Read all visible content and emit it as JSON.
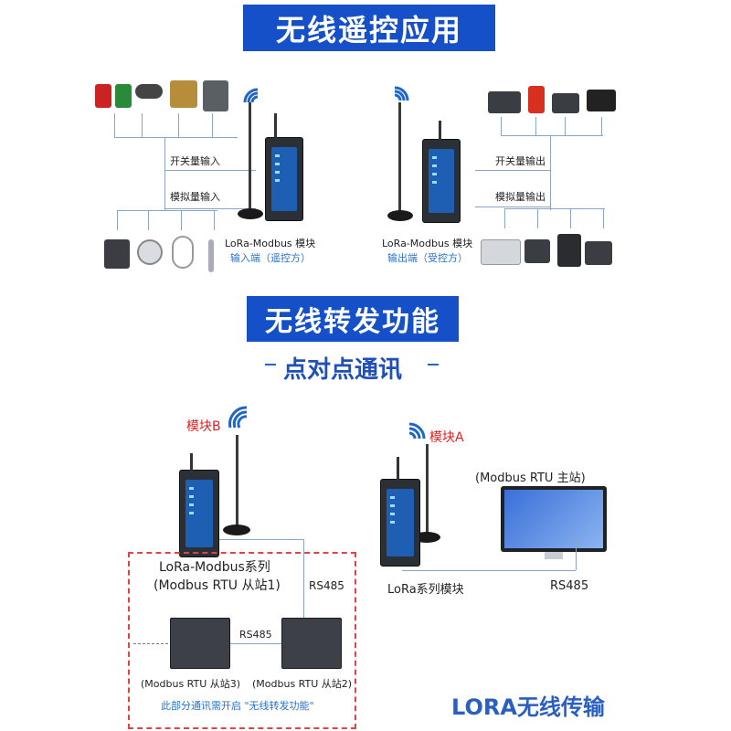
{
  "section1": {
    "banner": "无线遥控应用"
  },
  "remote": {
    "left_device_label": "LoRa-Modbus 模块",
    "left_device_role": "输入端（遥控方）",
    "right_device_label": "LoRa-Modbus 模块",
    "right_device_role": "输出端（受控方）",
    "switch_input": "开关量输入",
    "analog_input": "模拟量输入",
    "switch_output": "开关量输出",
    "analog_output": "模拟量输出"
  },
  "section2": {
    "banner": "无线转发功能",
    "subtitle": "点对点通讯"
  },
  "p2p": {
    "module_b": "模块B",
    "module_a": "模块A",
    "slave_series": "LoRa-Modbus系列",
    "slave_station1": "(Modbus RTU 从站1)",
    "rs485_vertical": "RS485",
    "rs485_between": "RS485",
    "master": "(Modbus RTU 主站)",
    "lora_module": "LoRa系列模块",
    "rs485_master": "RS485",
    "slave3": "(Modbus RTU 从站3)",
    "slave2": "(Modbus RTU 从站2)",
    "note": "此部分通讯需开启 \"无线转发功能\"",
    "footer": "LORA无线传输"
  },
  "colors": {
    "banner": "#1550c8",
    "accent_blue": "#2a72c9",
    "red": "#e02020",
    "line": "#8aa6c4"
  }
}
